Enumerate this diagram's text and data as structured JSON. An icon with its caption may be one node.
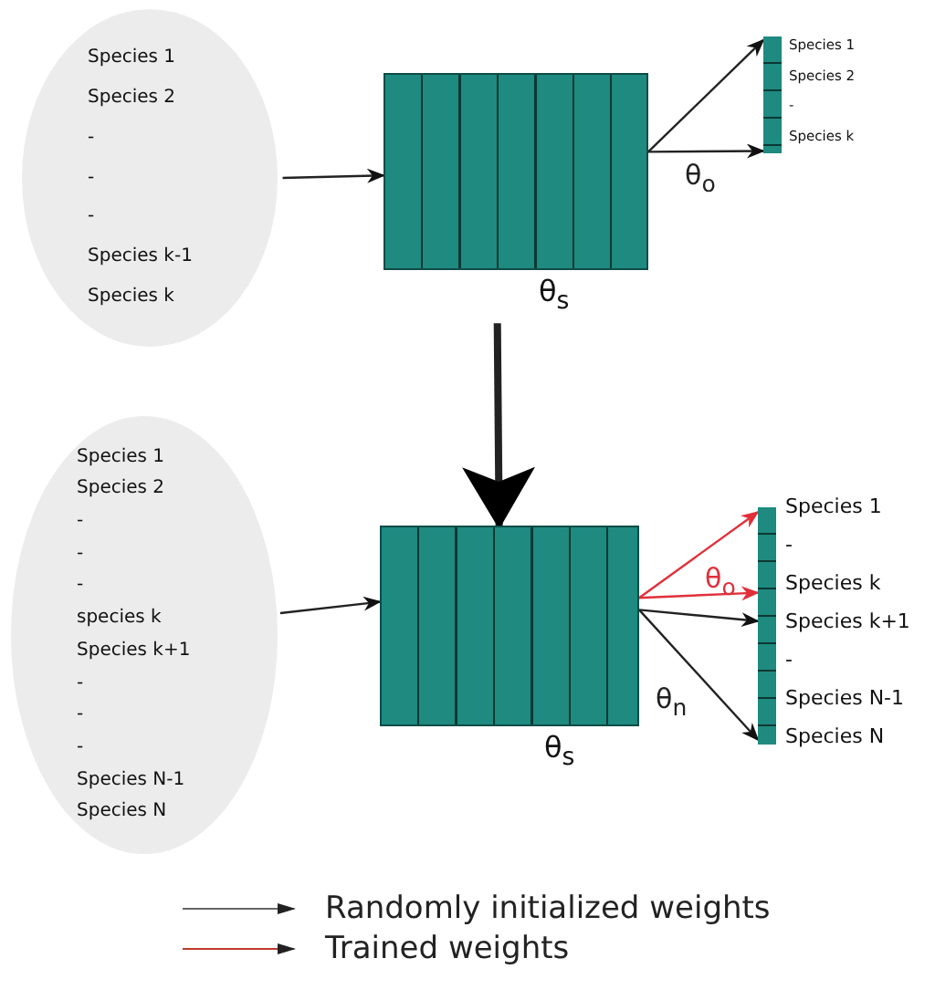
{
  "diagram": {
    "nodes": [
      {
        "text": [
          "Species 1",
          "Species 2",
          "-",
          "-",
          "-",
          "Species k-1",
          "Species k"
        ]
      },
      {
        "text": [],
        "shape": "box",
        "beside": [
          "θ$_{s}$"
        ]
      },
      {
        "text": [],
        "shape": "bar",
        "beside": [
          "Species 1",
          "Species 2",
          "-",
          "Species k"
        ]
      },
      {
        "text": [
          "Species 1",
          "Species 2",
          "-",
          "-",
          "-",
          "species k",
          "Species k+1",
          "-",
          "-",
          "-",
          "Species N-1",
          "Species N"
        ]
      },
      {
        "text": [],
        "shape": "box",
        "beside": [
          "θ$_{s}$"
        ]
      },
      {
        "text": [],
        "shape": "bar",
        "beside": [
          "Species 1",
          "-",
          "Species k",
          "Species k+1",
          "-",
          "Species N-1",
          "Species N"
        ]
      }
    ],
    "edges": [
      {
        "from": 0,
        "to": 1,
        "arrow": "to"
      },
      {
        "from": 1,
        "to": 2,
        "arrow": "to"
      },
      {
        "from": 1,
        "to": 2,
        "arrow": "to",
        "label": "θ$_{o}$"
      },
      {
        "from": 1,
        "to": 4,
        "arrow": "to",
        "style": "thick"
      },
      {
        "from": 3,
        "to": 4,
        "arrow": "to"
      },
      {
        "from": 4,
        "to": 5,
        "arrow": "to",
        "color": "#e0303a",
        "label": "θ$_{o}$"
      },
      {
        "from": 4,
        "to": 5,
        "arrow": "to",
        "color": "#e0303a"
      },
      {
        "from": 4,
        "to": 5,
        "arrow": "to"
      },
      {
        "from": 4,
        "to": 5,
        "arrow": "to",
        "label": "θ$_{n}$"
      }
    ],
    "legend": [
      {
        "text": "Randomly initialized weights"
      },
      {
        "text": "Trained weights"
      }
    ]
  }
}
